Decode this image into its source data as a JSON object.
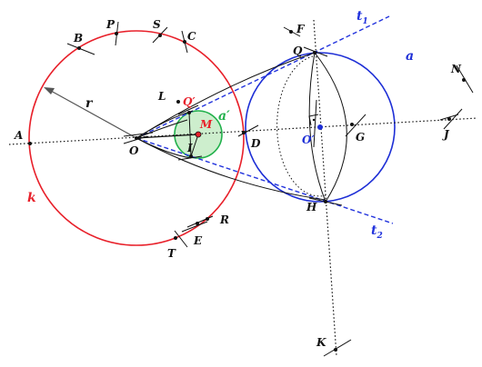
{
  "colors": {
    "circle_k": "#e8202a",
    "circle_a": "#1e2fd6",
    "circle_small": "#22b14c",
    "circle_small_fill": "#cdeecd",
    "tangent": "#2233dd",
    "construction": "#111111",
    "radius_arrow": "#555555"
  },
  "labels": {
    "A": "A",
    "B": "B",
    "P": "P",
    "S": "S",
    "C": "C",
    "L": "L",
    "Q_prime": "Q′",
    "M": "M",
    "a_prime": "a′",
    "O": "O",
    "I": "I",
    "D": "D",
    "r": "r",
    "k": "k",
    "E": "E",
    "R": "R",
    "T": "T",
    "F": "F",
    "Q": "Q",
    "t1": "t",
    "t1_sub": "1",
    "a": "a",
    "O_prime": "O′",
    "G": "G",
    "H": "H",
    "t2": "t",
    "t2_sub": "2",
    "N": "N",
    "J": "J",
    "K": "K"
  },
  "icons": {
    "right_angle": "right-angle-mark"
  }
}
